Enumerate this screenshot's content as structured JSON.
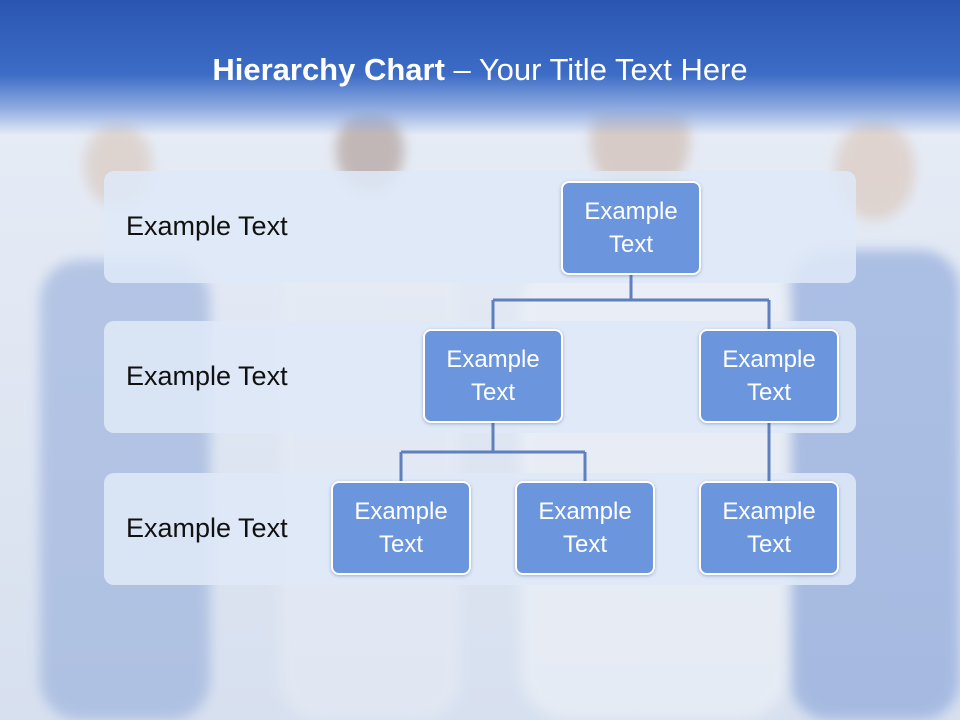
{
  "slide": {
    "title_bold": "Hierarchy Chart",
    "title_dash": " – ",
    "title_rest": "Your Title Text Here"
  },
  "levels": [
    {
      "label": "Example Text"
    },
    {
      "label": "Example Text"
    },
    {
      "label": "Example Text"
    }
  ],
  "nodes": {
    "root": {
      "line1": "Example",
      "line2": "Text"
    },
    "level2_left": {
      "line1": "Example",
      "line2": "Text"
    },
    "level2_right": {
      "line1": "Example",
      "line2": "Text"
    },
    "level3_left": {
      "line1": "Example",
      "line2": "Text"
    },
    "level3_middle": {
      "line1": "Example",
      "line2": "Text"
    },
    "level3_right": {
      "line1": "Example",
      "line2": "Text"
    }
  },
  "colors": {
    "header": "#2a56b0",
    "node_fill": "#6b96de",
    "connector": "#5f80bd",
    "band": "#dee8f7"
  }
}
